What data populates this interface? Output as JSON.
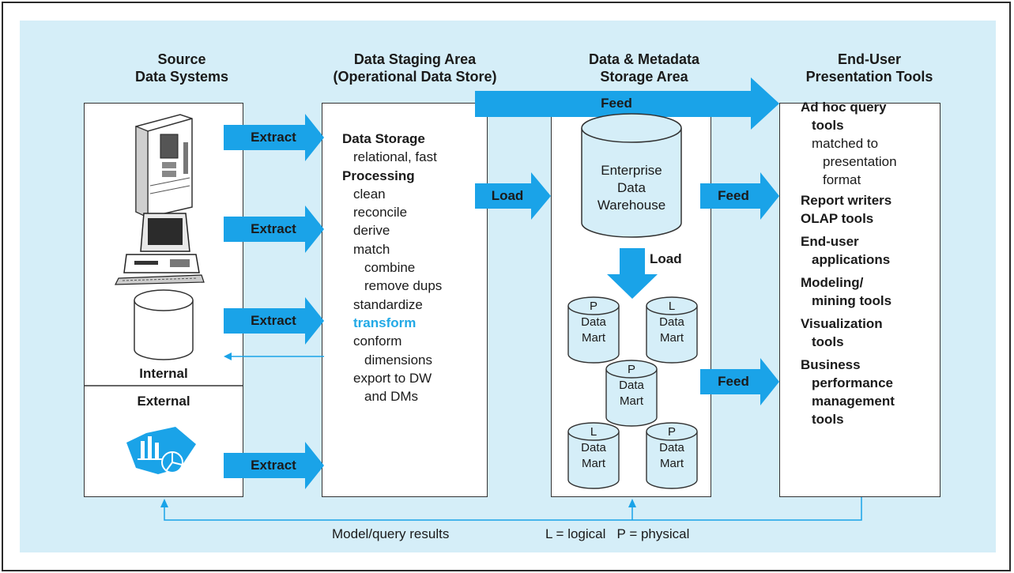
{
  "headers": {
    "source": [
      "Source",
      "Data Systems"
    ],
    "staging": [
      "Data Staging Area",
      "(Operational Data Store)"
    ],
    "storage": [
      "Data & Metadata",
      "Storage Area"
    ],
    "presentation": [
      "End-User",
      "Presentation Tools"
    ]
  },
  "arrows": {
    "extract_1": "Extract",
    "extract_2": "Extract",
    "extract_3": "Extract",
    "extract_4": "Extract",
    "load_1": "Load",
    "load_2": "Load",
    "feed_top": "Feed",
    "feed_1": "Feed",
    "feed_2": "Feed"
  },
  "source_box": {
    "internal_label": "Internal",
    "external_label": "External"
  },
  "staging_box": {
    "lines": [
      {
        "text": "Data Storage",
        "style": "bold",
        "indent": 0
      },
      {
        "text": "relational, fast",
        "style": "normal",
        "indent": 1
      },
      {
        "text": "Processing",
        "style": "bold",
        "indent": 0
      },
      {
        "text": "clean",
        "style": "normal",
        "indent": 1
      },
      {
        "text": "reconcile",
        "style": "normal",
        "indent": 1
      },
      {
        "text": "derive",
        "style": "normal",
        "indent": 1
      },
      {
        "text": "match",
        "style": "normal",
        "indent": 1
      },
      {
        "text": "combine",
        "style": "normal",
        "indent": 2
      },
      {
        "text": "remove dups",
        "style": "normal",
        "indent": 2
      },
      {
        "text": "standardize",
        "style": "normal",
        "indent": 1
      },
      {
        "text": "transform",
        "style": "highlight",
        "indent": 1
      },
      {
        "text": "conform",
        "style": "normal",
        "indent": 1
      },
      {
        "text": "dimensions",
        "style": "normal",
        "indent": 2
      },
      {
        "text": "export to DW",
        "style": "normal",
        "indent": 1
      },
      {
        "text": "and DMs",
        "style": "normal",
        "indent": 2
      }
    ]
  },
  "warehouse": [
    "Enterprise",
    "Data",
    "Warehouse"
  ],
  "data_marts": [
    {
      "tag": "P",
      "line1": "Data",
      "line2": "Mart"
    },
    {
      "tag": "L",
      "line1": "Data",
      "line2": "Mart"
    },
    {
      "tag": "P",
      "line1": "Data",
      "line2": "Mart"
    },
    {
      "tag": "L",
      "line1": "Data",
      "line2": "Mart"
    },
    {
      "tag": "P",
      "line1": "Data",
      "line2": "Mart"
    }
  ],
  "tools": [
    {
      "text": "Ad hoc query",
      "style": "bold",
      "indent": 0
    },
    {
      "text": "tools",
      "style": "bold",
      "indent": 1
    },
    {
      "text": "matched to",
      "style": "normal",
      "indent": 1
    },
    {
      "text": "presentation",
      "style": "normal",
      "indent": 2
    },
    {
      "text": "format",
      "style": "normal",
      "indent": 2
    },
    {
      "text": "Report writers",
      "style": "bold",
      "indent": 0
    },
    {
      "text": "OLAP tools",
      "style": "bold",
      "indent": 0
    },
    {
      "text": "End-user",
      "style": "bold",
      "indent": 0
    },
    {
      "text": "applications",
      "style": "bold",
      "indent": 1
    },
    {
      "text": "Modeling/",
      "style": "bold",
      "indent": 0
    },
    {
      "text": "mining tools",
      "style": "bold",
      "indent": 1
    },
    {
      "text": "Visualization",
      "style": "bold",
      "indent": 0
    },
    {
      "text": "tools",
      "style": "bold",
      "indent": 1
    },
    {
      "text": "Business",
      "style": "bold",
      "indent": 0
    },
    {
      "text": "performance",
      "style": "bold",
      "indent": 1
    },
    {
      "text": "management",
      "style": "bold",
      "indent": 1
    },
    {
      "text": "tools",
      "style": "bold",
      "indent": 1
    }
  ],
  "footer": {
    "model_query": "Model/query results",
    "legend": "L = logical   P = physical"
  },
  "colors": {
    "arrow": "#1aa3e8",
    "panel": "#d5eef8",
    "cylinder": "#d5eef8",
    "highlight": "#22a9e6"
  }
}
